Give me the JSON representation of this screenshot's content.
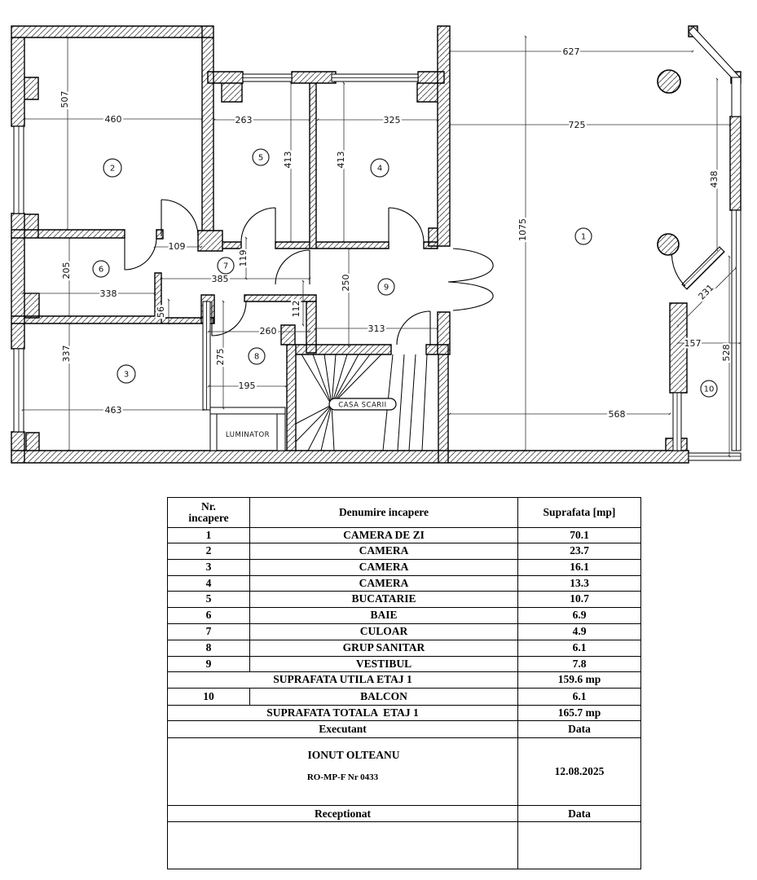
{
  "plan": {
    "rooms": [
      "1",
      "2",
      "3",
      "4",
      "5",
      "6",
      "7",
      "8",
      "9",
      "10"
    ],
    "labels": {
      "stairs": "CASA SCARII",
      "skylight": "LUMINATOR"
    },
    "dims": {
      "r2w": "460",
      "r2h": "507",
      "r5w": "263",
      "r5h": "413",
      "r4w": "325",
      "r4h": "413",
      "r1top": "627",
      "r1w": "725",
      "r1h": "1075",
      "r1win": "438",
      "r1bot": "568",
      "d109": "109",
      "r6h": "205",
      "r6w": "338",
      "cw": "385",
      "ch": "119",
      "n56": "56",
      "n112": "112",
      "r8w": "260",
      "r8h": "275",
      "r8w2": "195",
      "vh": "250",
      "vw": "313",
      "r3w": "463",
      "r3h": "337",
      "b157": "157",
      "b528": "528",
      "b231": "231"
    }
  },
  "table": {
    "header": {
      "c1a": "Nr.",
      "c1b": "incapere",
      "c2": "Denumire incapere",
      "c3": "Suprafata [mp]"
    },
    "rows": [
      {
        "nr": "1",
        "name": "CAMERA DE ZI",
        "area": "70.1"
      },
      {
        "nr": "2",
        "name": "CAMERA",
        "area": "23.7"
      },
      {
        "nr": "3",
        "name": "CAMERA",
        "area": "16.1"
      },
      {
        "nr": "4",
        "name": "CAMERA",
        "area": "13.3"
      },
      {
        "nr": "5",
        "name": "BUCATARIE",
        "area": "10.7"
      },
      {
        "nr": "6",
        "name": "BAIE",
        "area": "6.9"
      },
      {
        "nr": "7",
        "name": "CULOAR",
        "area": "4.9"
      },
      {
        "nr": "8",
        "name": "GRUP SANITAR",
        "area": "6.1"
      },
      {
        "nr": "9",
        "name": "VESTIBUL",
        "area": "7.8"
      }
    ],
    "utila": {
      "label": "SUPRAFATA UTILA ETAJ 1",
      "value": "159.6 mp"
    },
    "balcon": {
      "nr": "10",
      "name": "BALCON",
      "area": "6.1"
    },
    "totala": {
      "label": "SUPRAFATA TOTALA  ETAJ 1",
      "value": "165.7 mp"
    },
    "executant": {
      "label": "Executant",
      "value": "Data"
    },
    "signer": {
      "name": "IONUT OLTEANU",
      "license": "RO-MP-F Nr 0433",
      "date": "12.08.2025"
    },
    "receptionat": {
      "label": "Receptionat",
      "value": "Data"
    }
  }
}
